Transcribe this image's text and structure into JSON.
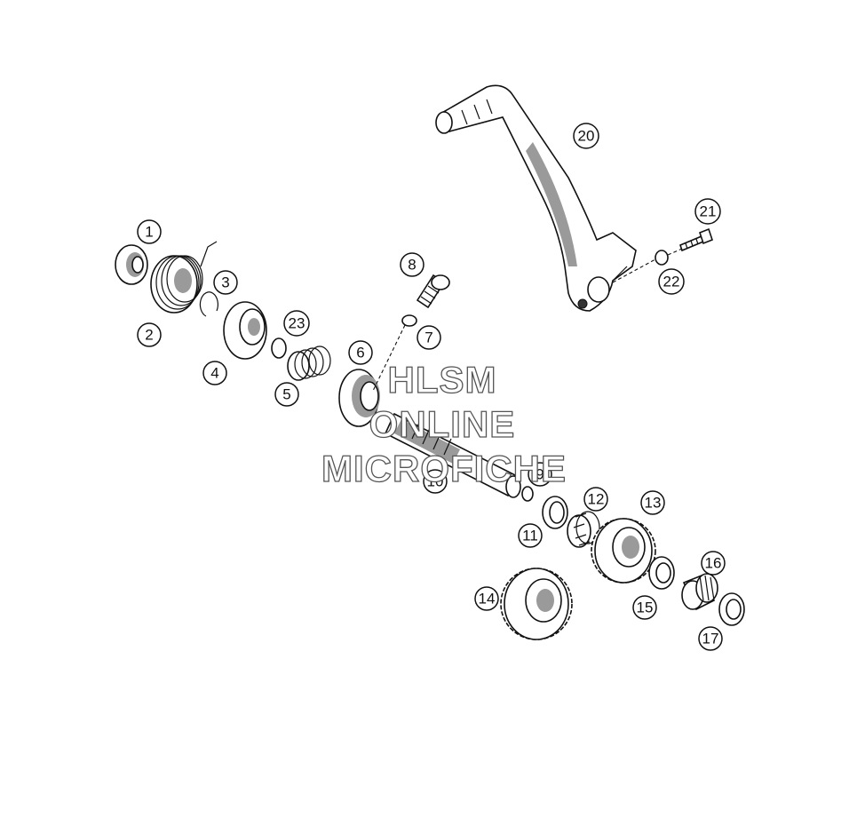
{
  "callouts": [
    "1",
    "2",
    "3",
    "4",
    "5",
    "6",
    "7",
    "8",
    "9",
    "10",
    "11",
    "12",
    "13",
    "14",
    "15",
    "16",
    "17",
    "20",
    "21",
    "22",
    "23"
  ],
  "watermark": {
    "line1": "HLSM",
    "line2": "ONLINE",
    "line3": "MICROFICHE"
  }
}
